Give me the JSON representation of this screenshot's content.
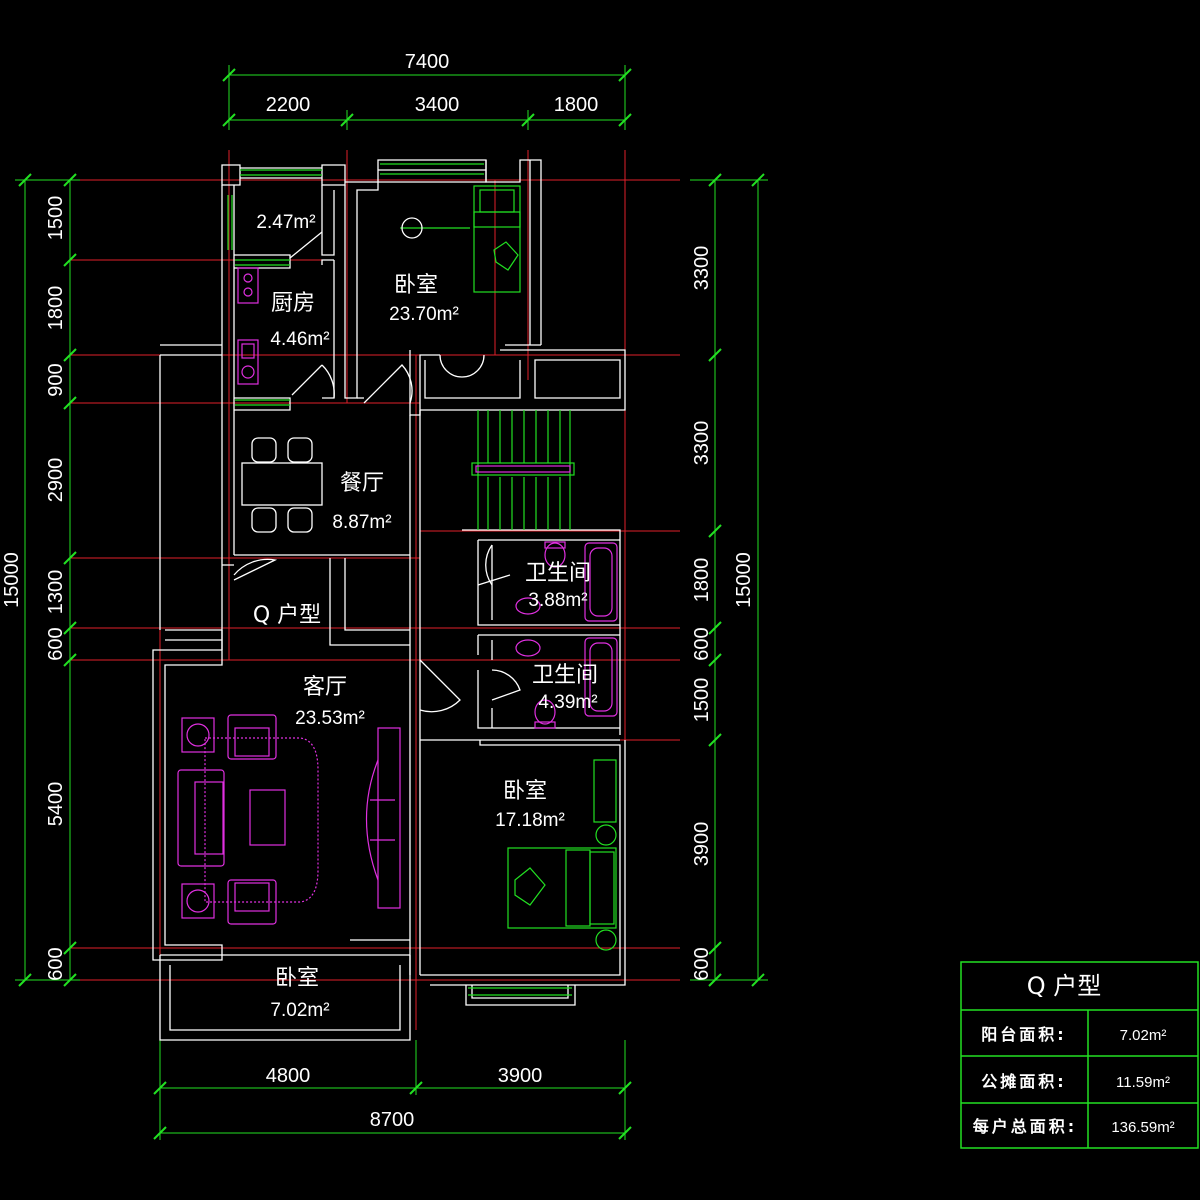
{
  "dims": {
    "top_total": "7400",
    "top_segments": [
      "2200",
      "3400",
      "1800"
    ],
    "bottom_segments": [
      "4800",
      "3900"
    ],
    "bottom_total": "8700",
    "left_total": "15000",
    "left_segments": [
      "1500",
      "1800",
      "900",
      "2900",
      "1300",
      "600",
      "5400",
      "600"
    ],
    "left_segment_600b": "600",
    "right_total": "15000",
    "right_segments": [
      "3300",
      "3300",
      "1800",
      "600",
      "1500",
      "3900",
      "600"
    ]
  },
  "rooms": {
    "balcony_top": {
      "area": "2.47m²"
    },
    "kitchen": {
      "name": "厨房",
      "area": "4.46m²"
    },
    "bedroom_top": {
      "name": "卧室",
      "area": "23.70m²"
    },
    "dining": {
      "name": "餐厅",
      "area": "8.87m²"
    },
    "bath1": {
      "name": "卫生间",
      "area": "3.88m²"
    },
    "bath2": {
      "name": "卫生间",
      "area": "4.39m²"
    },
    "unit_label": "Q 户型",
    "living": {
      "name": "客厅",
      "area": "23.53m²"
    },
    "bedroom_right": {
      "name": "卧室",
      "area": "17.18m²"
    },
    "bedroom_bottom": {
      "name": "卧室",
      "area": "7.02m²"
    }
  },
  "table": {
    "title": "Q 户型",
    "rows": [
      {
        "label": "阳台面积:",
        "value": "7.02m²"
      },
      {
        "label": "公摊面积:",
        "value": "11.59m²"
      },
      {
        "label": "每户总面积:",
        "value": "136.59m²"
      }
    ]
  },
  "colors": {
    "background": "#000000",
    "dimension": "#22e022",
    "grid": "#e0202a",
    "wall": "#ffffff",
    "furniture": "#e030e0"
  }
}
